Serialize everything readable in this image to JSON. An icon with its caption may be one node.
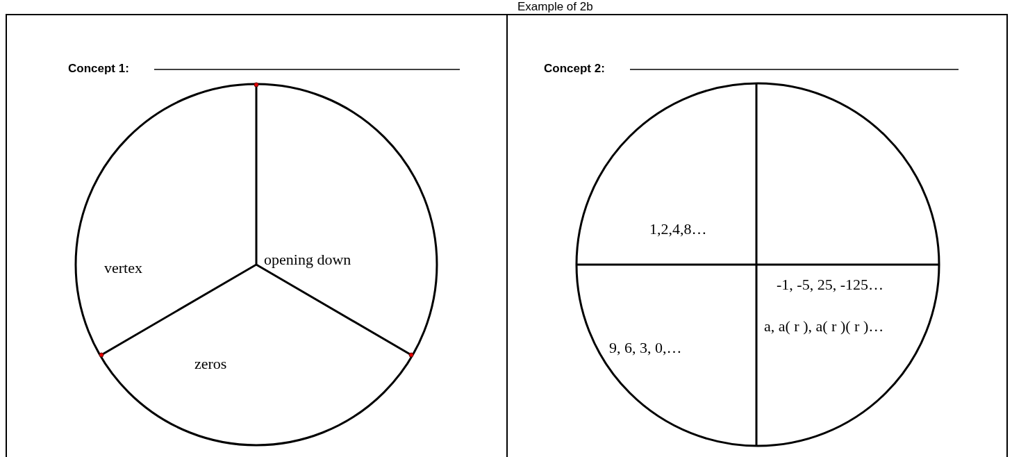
{
  "diagram": {
    "title": "Example of 2b",
    "labels": [
      "Concept 1:",
      "Concept 2:",
      "vertex",
      "opening down",
      "zeros",
      "1,2,4,8…",
      "-1, -5, 25, -125…",
      "a, a( r ), a( r )( r )…",
      "9, 6, 3, 0,…"
    ]
  }
}
